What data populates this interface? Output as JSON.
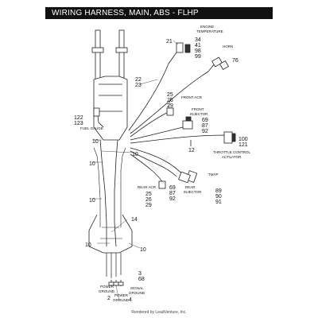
{
  "title": "WIRING HARNESS, MAIN, ABS - FLHP",
  "footer": "Rendered by LeadVenture, Inc.",
  "watermark": "LEADVENTURE",
  "labels": {
    "engine_temp_label": "ENGINE\nTEMPERATURE",
    "engine_temp_num_21": "21",
    "engine_temp_nums": [
      "34",
      "41",
      "98",
      "99"
    ],
    "horn_label": "HORN",
    "horn_num": "76",
    "frame_nums": [
      "22",
      "23"
    ],
    "front_acr_nums": [
      "25",
      "26",
      "29"
    ],
    "front_acr_label": "FRONT ACR",
    "front_injector_label": "FRONT\nINJECTOR",
    "front_injector_nums": [
      "69",
      "87",
      "92"
    ],
    "fuel_gauge_nums": [
      "122",
      "123"
    ],
    "fuel_gauge_label": "FUEL GAUGE",
    "throttle_nums": [
      "100",
      "121"
    ],
    "throttle_label": "THROTTLE CONTROL\nACTUATOR",
    "num_12": "12",
    "num_10": "10",
    "tmap_label": "TMAP",
    "tmap_nums": [
      "89",
      "90",
      "91"
    ],
    "rear_acr_label": "REAR ACR",
    "rear_acr_nums": [
      "25",
      "26",
      "29"
    ],
    "rear_injector_label": "REAR\nINJECTOR",
    "rear_injector_nums": [
      "69",
      "87",
      "92"
    ],
    "num_14": "14",
    "num_2": "2",
    "num_3": "3",
    "num_4": "4",
    "num_68": "68",
    "power_ground_1": "POWER\nGROUND",
    "power_ground_2": "POWER\nGROUND",
    "signal_ground": "SIGNAL\nGROUND"
  }
}
